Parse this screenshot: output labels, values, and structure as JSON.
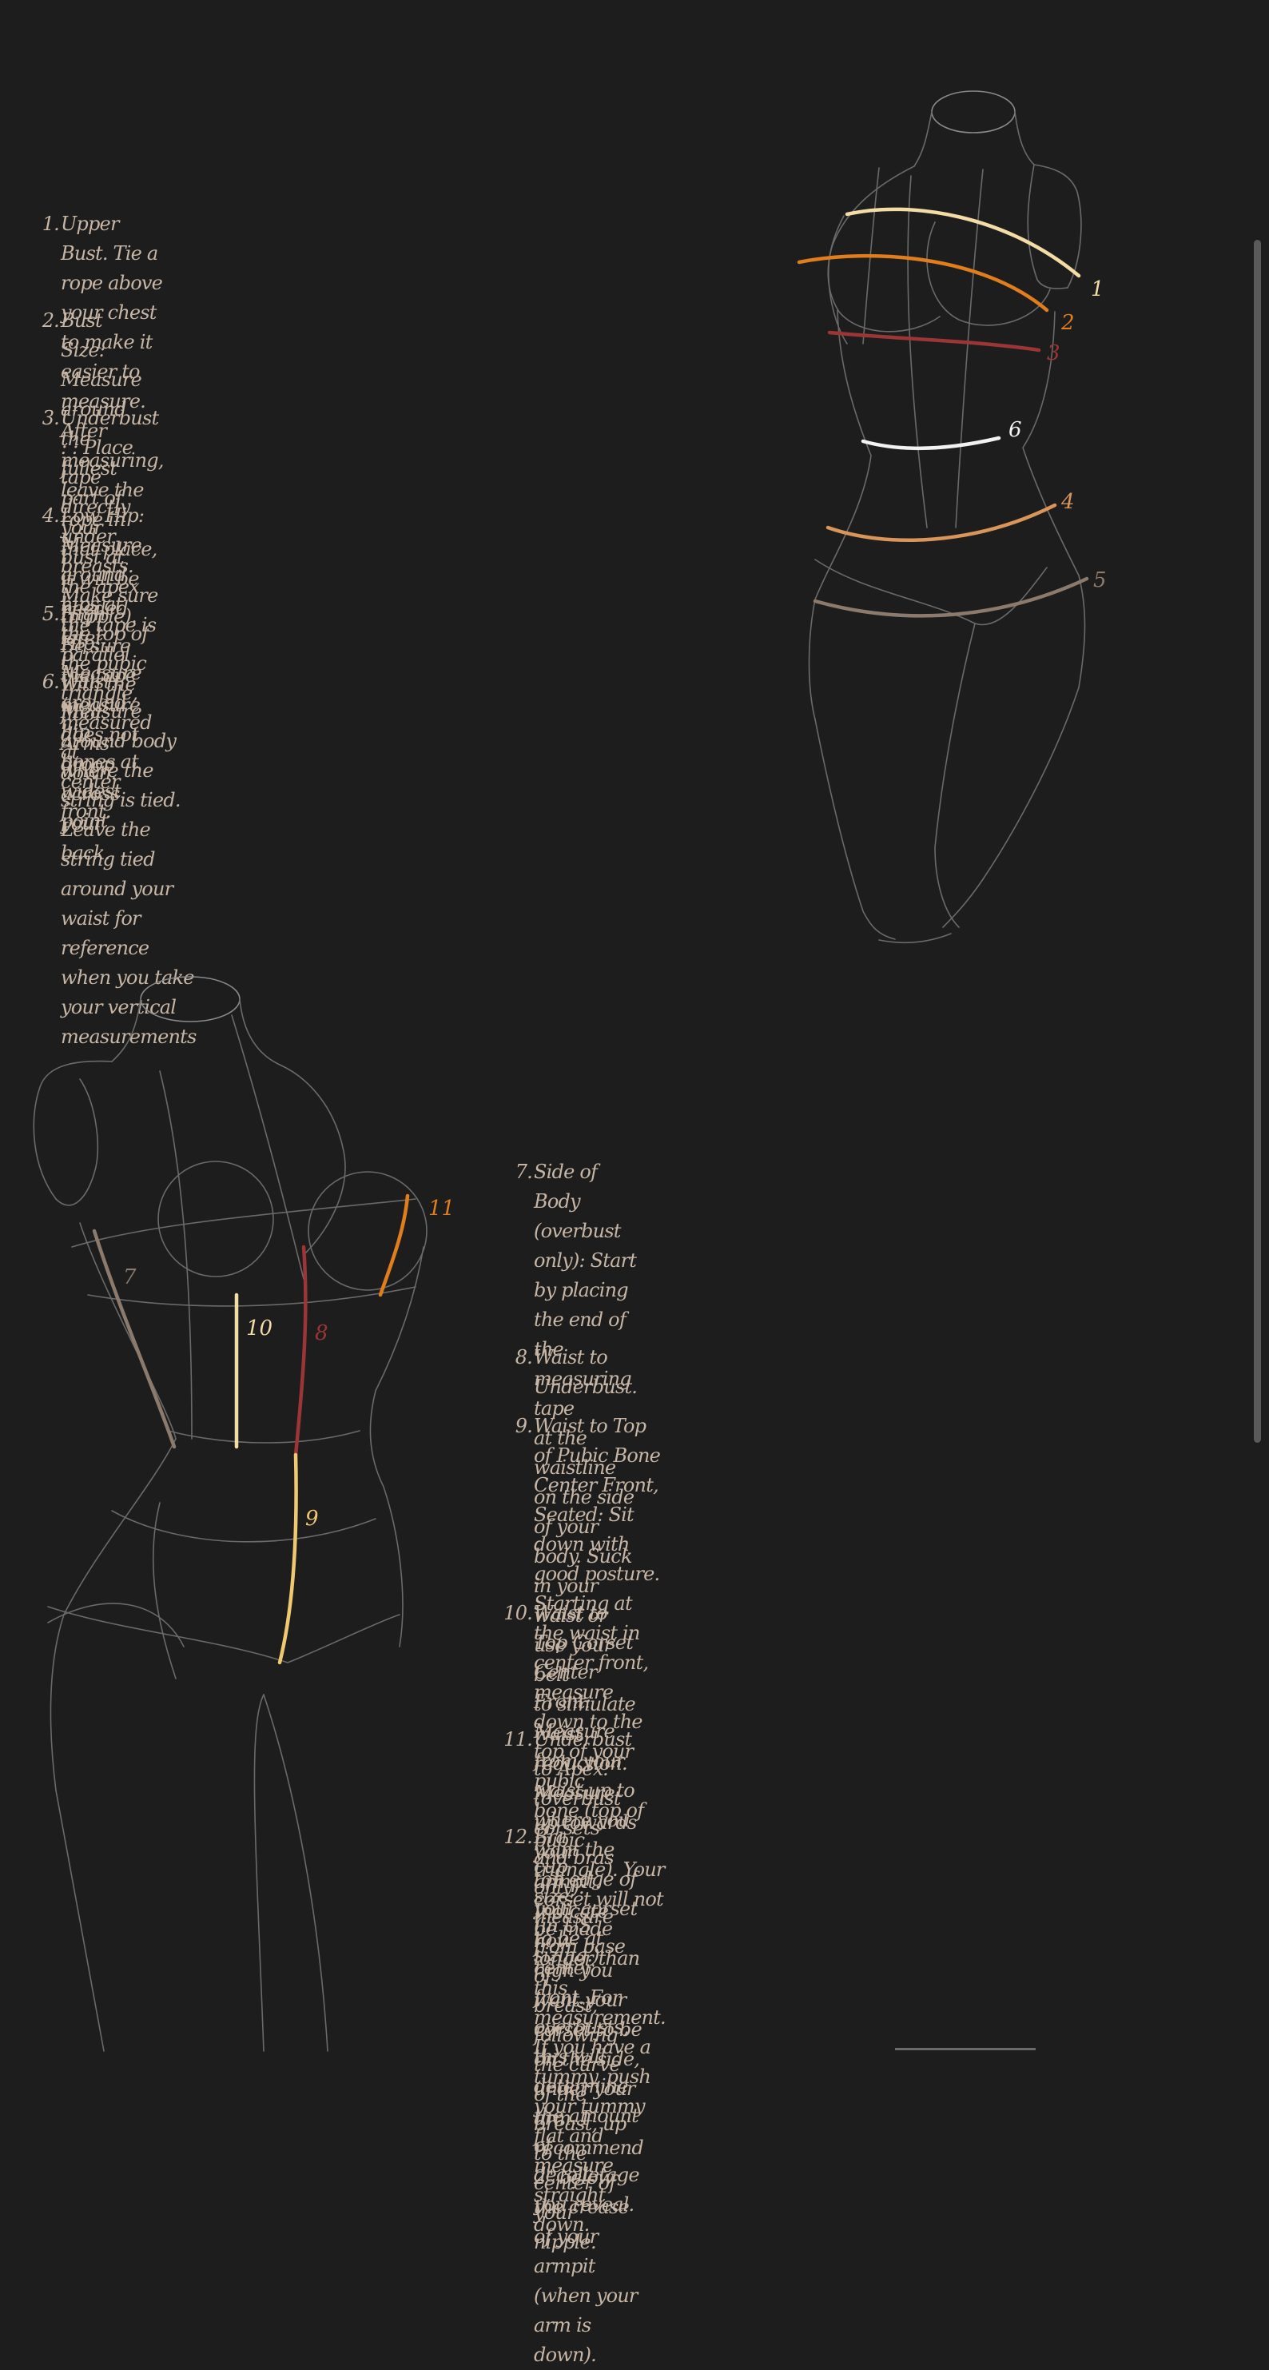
{
  "top_instructions": [
    {
      "num": "1.",
      "lines": [
        "Upper Bust. Tie a rope above your chest to make it easier to measure. After",
        "measuring,  leave the rope in that place, it will be needed later."
      ]
    },
    {
      "num": "2.",
      "lines": [
        "Bust Size: Measure around the fullest part of your bust at the apex (nipple).",
        "Be sure the  tape measure does not droop across your back."
      ]
    },
    {
      "num": "3.",
      "lines": [
        "Underbust : : Place tape directly under breasts. Make sure the tape is parallel",
        "with the  floor. Arms down."
      ]
    },
    {
      "num": "4.",
      "lines": [
        "Low Hip: Measure around hips at the top of the pubic triangle, measured at",
        "center front."
      ]
    },
    {
      "num": "5.",
      "lines": [
        " High Hip: Measure around hip bones at widest point"
      ]
    },
    {
      "num": "6.",
      "lines": [
        "Waist: Measure around body where the string is tied. Leave the string tied",
        "around your  waist for reference when you take your vertical measurements"
      ]
    }
  ],
  "bottom_instructions": [
    {
      "num": "7.",
      "lines": [
        "Side of Body (overbust only): Start by placing the end of the measuring tape",
        "at the  waistline on the side of your body. Suck in your waist or use your belt",
        "to simulate waist  reduction. Measure up towards your armpit. Indicate how",
        "high you want your corset to be  on the side, under your arm. I recommend",
        "2\" below the crease of your armpit (when your  arm is down)."
      ]
    },
    {
      "num": "8.",
      "lines": [
        "Waist to Underbust."
      ]
    },
    {
      "num": "9.",
      "lines": [
        "Waist to Top of Pubic Bone Center Front, Seated: Sit down with good posture.",
        "Starting  at the waist in center front, measure down to the top of your pubic",
        "bone (top of pubic  triangle). Your corset will not be made longer than this",
        "measurement. If you have a tummy,  push your tummy flat and measure",
        "straight down."
      ]
    },
    {
      "num": "10.",
      "lines": [
        "Waist to Top Corset Center Front: Measure from your waist up to where you",
        "want the  top edge of your corset to be at center front. For overbusts, this will",
        "determine the amount  of decolletage you reveal."
      ]
    },
    {
      "num": "11.",
      "lines": [
        "Underbust to Apex: (overbust corsets and bras only): measure from base of",
        "breast,  following the curve of the breast, up to the center of your nipple."
      ]
    },
    {
      "num": "12.",
      "lines": [
        "Bra cup size: (in US sizing.)"
      ]
    }
  ],
  "figure_top_labels": [
    "1",
    "2",
    "3",
    "6",
    "4",
    "5"
  ],
  "figure_bottom_labels": [
    "11",
    "7",
    "10",
    "8",
    "9"
  ],
  "measure_colors": {
    "c1": "#f3dca6",
    "c2": "#e07d1c",
    "c3": "#9c3535",
    "c4": "#d9955a",
    "c5": "#8c7a6c",
    "c6": "#f2f2f2",
    "c7": "#8c7a6c",
    "c8": "#9c3535",
    "c9": "#f0c870",
    "c10": "#f3dca6",
    "c11": "#e07d1c"
  }
}
